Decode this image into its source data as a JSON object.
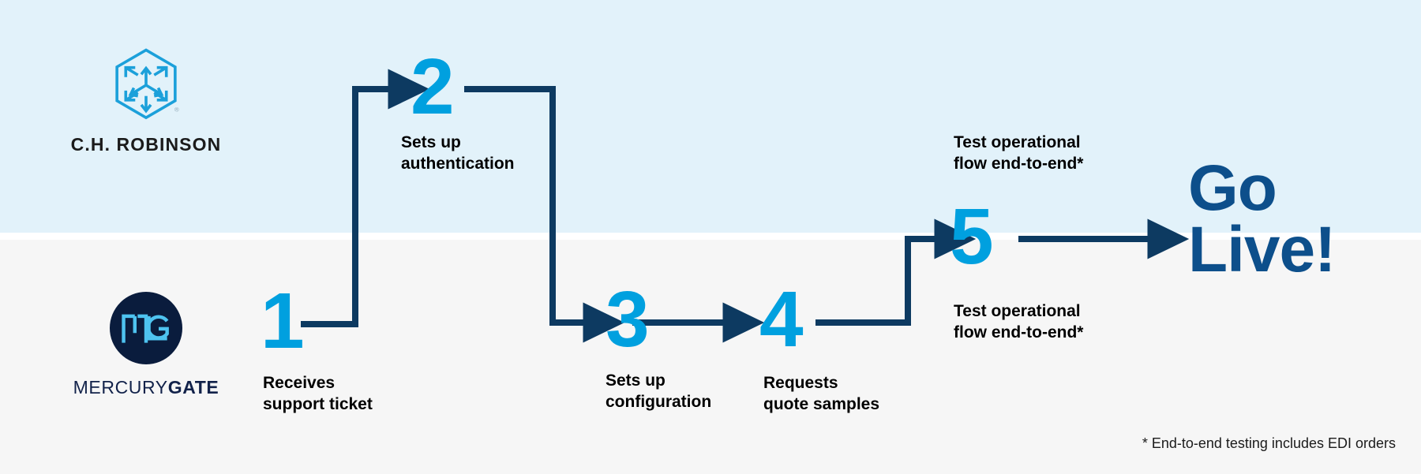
{
  "theme": {
    "band_top_color": "#e2f2fa",
    "band_bottom_color": "#f6f6f6",
    "number_color": "#00A0DF",
    "connector_color": "#0d3a61",
    "golive_color": "#0d4f8b",
    "label_color": "#000000",
    "mg_circle_color": "#0a1c3d",
    "mg_mark_color": "#4ec3f0"
  },
  "lanes": {
    "top": {
      "name": "C.H. Robinson lane"
    },
    "bottom": {
      "name": "MercuryGate lane"
    }
  },
  "logos": {
    "chrobinson": {
      "name": "C.H. Robinson",
      "wordmark": "C.H. ROBINSON",
      "icon": "cube-arrows-hexagon-icon",
      "trademark": "®"
    },
    "mercurygate": {
      "name": "MercuryGate",
      "wordmark_light": "MERCURY",
      "wordmark_bold": "GATE",
      "icon": "mg-monogram-icon"
    }
  },
  "steps": [
    {
      "number": "1",
      "label": "Receives\nsupport ticket",
      "lane": "bottom"
    },
    {
      "number": "2",
      "label": "Sets up\nauthentication",
      "lane": "top"
    },
    {
      "number": "3",
      "label": "Sets up\nconfiguration",
      "lane": "bottom"
    },
    {
      "number": "4",
      "label": "Requests\nquote samples",
      "lane": "bottom"
    },
    {
      "number": "5",
      "label_top": "Test operational\nflow end-to-end*",
      "label_bottom": "Test operational\nflow end-to-end*",
      "lane": "both"
    }
  ],
  "outcome": {
    "text": "Go\nLive!"
  },
  "footnote": {
    "text": "* End-to-end testing includes EDI orders"
  }
}
